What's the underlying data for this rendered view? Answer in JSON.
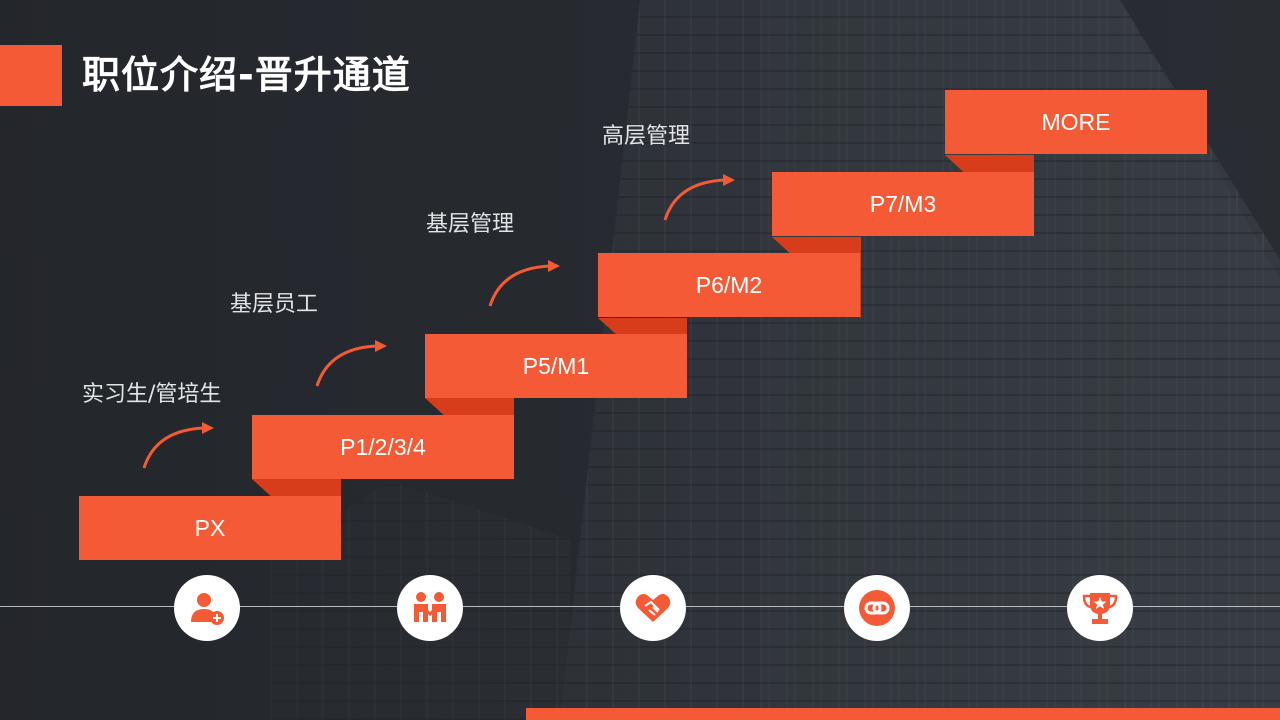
{
  "header": {
    "title": "职位介绍-晋升通道"
  },
  "steps": [
    {
      "label": "PX"
    },
    {
      "label": "P1/2/3/4"
    },
    {
      "label": "P5/M1"
    },
    {
      "label": "P6/M2"
    },
    {
      "label": "P7/M3"
    },
    {
      "label": "MORE"
    }
  ],
  "levels": [
    {
      "label": "实习生/管培生"
    },
    {
      "label": "基层员工"
    },
    {
      "label": "基层管理"
    },
    {
      "label": "高层管理"
    }
  ],
  "icons": [
    {
      "name": "add-user-icon"
    },
    {
      "name": "team-icon"
    },
    {
      "name": "handshake-icon"
    },
    {
      "name": "link-icon"
    },
    {
      "name": "trophy-icon"
    }
  ],
  "colors": {
    "accent": "#f45a35",
    "accent_dark": "#d73d1a",
    "background": "#2b2f35",
    "text_light": "#e2e4e7"
  }
}
